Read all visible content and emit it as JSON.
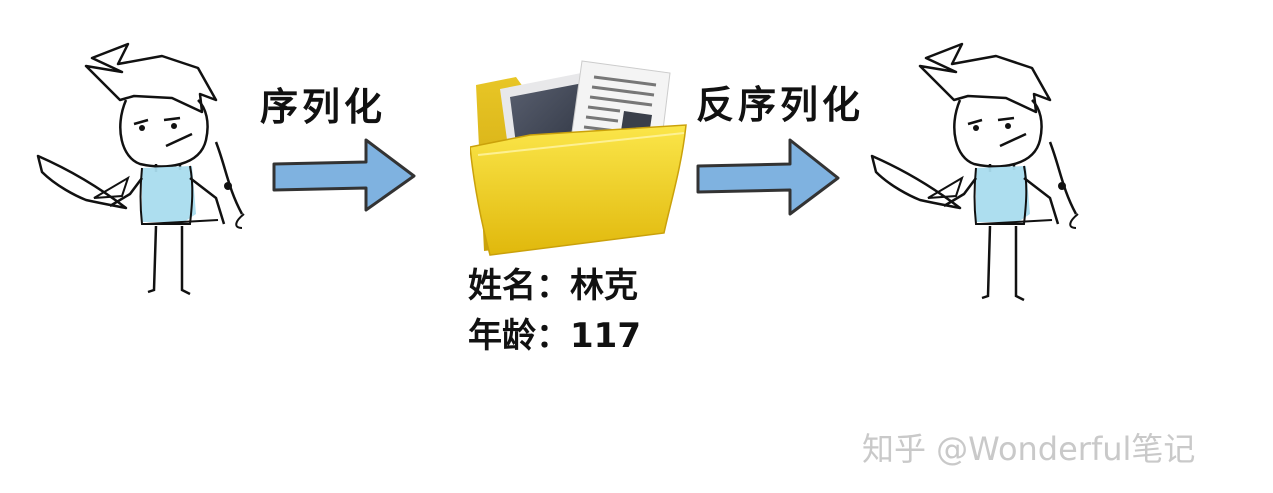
{
  "labels": {
    "serialize": "序列化",
    "deserialize": "反序列化"
  },
  "file_info": {
    "name_line": "姓名：林克",
    "age_line": "年龄：117"
  },
  "watermark": "知乎 @Wonderful笔记",
  "colors": {
    "arrow_fill": "#7fb2e0",
    "arrow_stroke": "#333333",
    "shirt": "#a9dcee",
    "folder": "#f2d21a"
  },
  "icons": {
    "figure_left": "stick-figure-icon",
    "figure_right": "stick-figure-icon",
    "folder": "folder-icon"
  }
}
